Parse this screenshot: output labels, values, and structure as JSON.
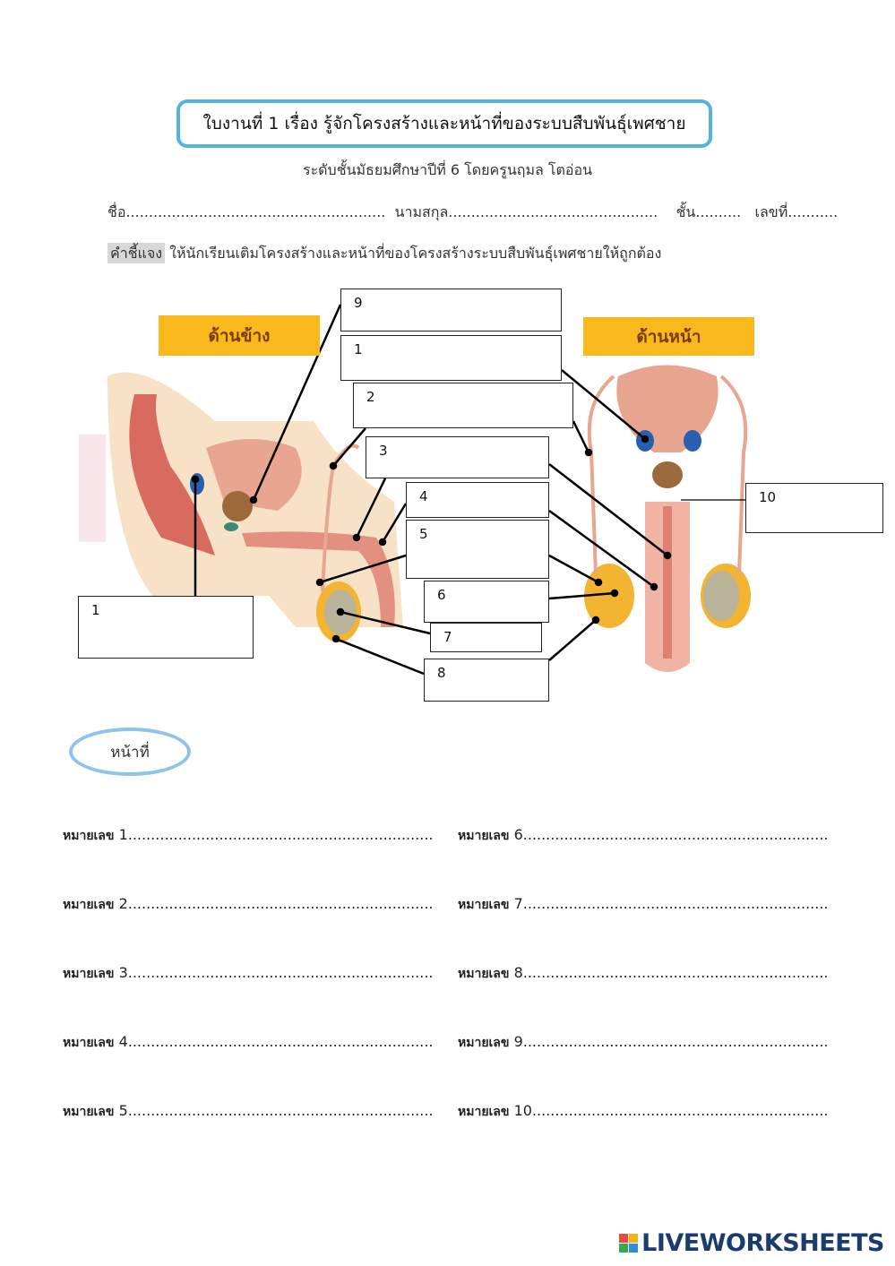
{
  "title": "ใบงานที่ 1 เรื่อง รู้จักโครงสร้างและหน้าที่ของระบบสืบพันธุ์เพศชาย",
  "subtitle": "ระดับชั้นมัธยมศึกษาปีที่ 6 โดยครูนฤมล   โตอ่อน",
  "info": "ชื่อ.........................................................  นามสกุล..............................................    ชั้น..........   เลขที่...........",
  "instruction_label": "คำชี้แจง",
  "instruction": "ให้นักเรียนเติมโครงสร้างและหน้าที่ของโครงสร้างระบบสืบพันธุ์เพศชายให้ถูกต้อง",
  "side_label": "ด้านข้าง",
  "front_label": "ด้านหน้า",
  "boxes": {
    "b9": "9",
    "b1top": "1",
    "b2": "2",
    "b3": "3",
    "b4": "4",
    "b5": "5",
    "b6": "6",
    "b7": "7",
    "b8": "8",
    "b10": "10",
    "b1left": "1"
  },
  "duty_label": "หน้าที่",
  "answer_prefix": "หมายเลข",
  "answers_left": [
    "1",
    "2",
    "3",
    "4",
    "5"
  ],
  "answers_right": [
    "6",
    "7",
    "8",
    "9",
    "10"
  ],
  "dots": "..................................................................................",
  "logo": "LIVEWORKSHEETS",
  "colors": {
    "banner": "#f9b81b",
    "title_border": "#55b3e0",
    "duty_border": "#8ec3ea"
  }
}
